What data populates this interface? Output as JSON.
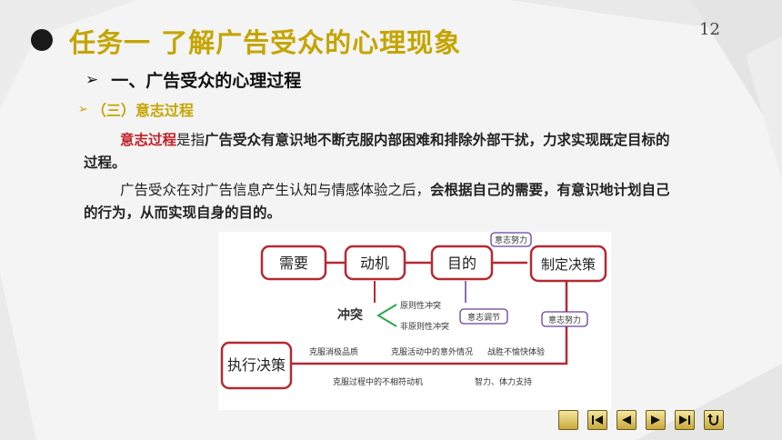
{
  "page_number": "12",
  "title": "任务一 了解广告受众的心理现象",
  "section": {
    "heading": "一、广告受众的心理过程",
    "subheading": "（三）意志过程"
  },
  "paragraph1": {
    "term": "意志过程",
    "link": "是指",
    "definition": "广告受众有意识地不断克服内部困难和排除外部干扰，力求实现既定目标的过程。"
  },
  "paragraph2": {
    "plain": "广告受众在对广告信息产生认知与情感体验之后，",
    "bold": "会根据自己的需要，有意识地计划自己的行为，从而实现自身的目的。"
  },
  "diagram": {
    "boxes": {
      "need": "需要",
      "motive": "动机",
      "goal": "目的",
      "decide": "制定决策",
      "execute": "执行决策"
    },
    "conflict": "冲突",
    "conflict_types": [
      "原则性冲突",
      "非原则性冲突"
    ],
    "will_adjust": "意志调节",
    "will_effort_top": "意志努力",
    "will_effort_right": "意志努力",
    "row_notes": [
      "克服消极品质",
      "克服活动中的意外情况",
      "战胜不愉快体验"
    ],
    "bottom_notes": [
      "克服过程中的不相符动机",
      "智力、体力支持"
    ]
  },
  "nav": {
    "icons": [
      "menu-square-icon",
      "first-slide-icon",
      "previous-slide-icon",
      "next-slide-icon",
      "last-slide-icon",
      "return-icon"
    ]
  },
  "colors": {
    "title": "#c4a500",
    "emphasis": "#c0202a",
    "diagram_box": "#b52a33",
    "conflict": "#2aa84a",
    "will_label": "#6a3d9a"
  }
}
